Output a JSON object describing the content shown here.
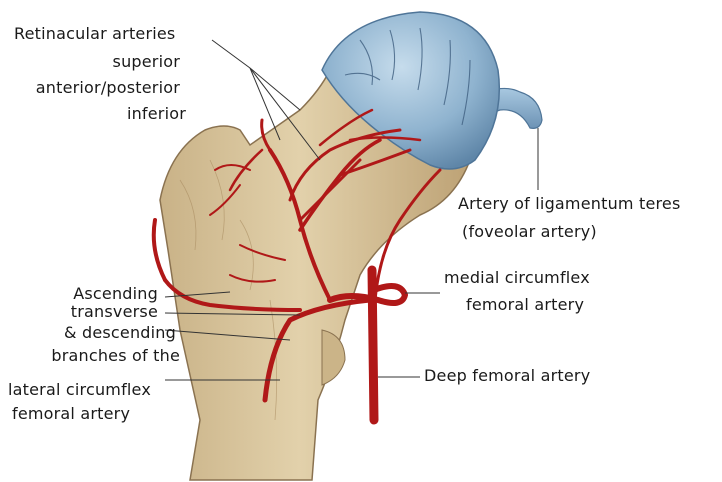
{
  "labels": {
    "retinacular": {
      "title": "Retinacular arteries",
      "superior": "superior",
      "ant_post": "anterior/posterior",
      "inferior": "inferior"
    },
    "ligamentum": {
      "line1": "Artery of ligamentum teres",
      "line2": "(foveolar artery)"
    },
    "medial_circumflex": {
      "line1": "medial circumflex",
      "line2": "femoral artery"
    },
    "lateral_circumflex": {
      "line1": "Ascending",
      "line2": "transverse",
      "line3": "& descending",
      "line4": "branches of the",
      "line5": "lateral circumflex",
      "line6": "femoral artery"
    },
    "deep_femoral": "Deep femoral artery"
  },
  "colors": {
    "bone": "#d8c49a",
    "bone_shadow": "#b89e6e",
    "cartilage": "#8fb3cf",
    "artery": "#b01818",
    "leader": "#333333"
  }
}
